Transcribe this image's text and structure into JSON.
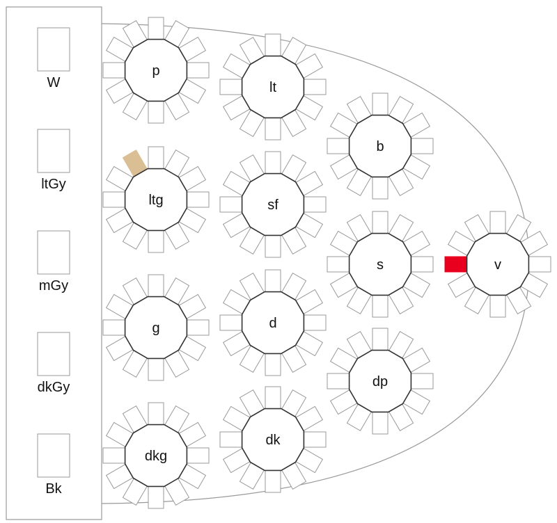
{
  "colors": {
    "seat_default": "#ffffff",
    "seat_border": "#999999",
    "table_border": "#333333",
    "outline": "#999999",
    "status_taken": "#dbbf94",
    "status_selected": "#e8001e"
  },
  "stage": {
    "slots": [
      {
        "id": "W",
        "label": "W"
      },
      {
        "id": "ltGy",
        "label": "ltGy"
      },
      {
        "id": "mGy",
        "label": "mGy"
      },
      {
        "id": "dkGy",
        "label": "dkGy"
      },
      {
        "id": "Bk",
        "label": "Bk"
      }
    ]
  },
  "tables": [
    {
      "id": "p",
      "label": "p",
      "seat_count": 12,
      "marked_seats": []
    },
    {
      "id": "ltg",
      "label": "ltg",
      "seat_count": 12,
      "marked_seats": [
        {
          "index": 11,
          "status": "taken"
        }
      ]
    },
    {
      "id": "g",
      "label": "g",
      "seat_count": 12,
      "marked_seats": []
    },
    {
      "id": "dkg",
      "label": "dkg",
      "seat_count": 12,
      "marked_seats": []
    },
    {
      "id": "lt",
      "label": "lt",
      "seat_count": 12,
      "marked_seats": []
    },
    {
      "id": "sf",
      "label": "sf",
      "seat_count": 12,
      "marked_seats": []
    },
    {
      "id": "d",
      "label": "d",
      "seat_count": 12,
      "marked_seats": []
    },
    {
      "id": "dk",
      "label": "dk",
      "seat_count": 12,
      "marked_seats": []
    },
    {
      "id": "b",
      "label": "b",
      "seat_count": 12,
      "marked_seats": []
    },
    {
      "id": "s",
      "label": "s",
      "seat_count": 12,
      "marked_seats": []
    },
    {
      "id": "dp",
      "label": "dp",
      "seat_count": 12,
      "marked_seats": []
    },
    {
      "id": "v",
      "label": "v",
      "seat_count": 12,
      "marked_seats": [
        {
          "index": 9,
          "status": "selected"
        }
      ]
    }
  ]
}
